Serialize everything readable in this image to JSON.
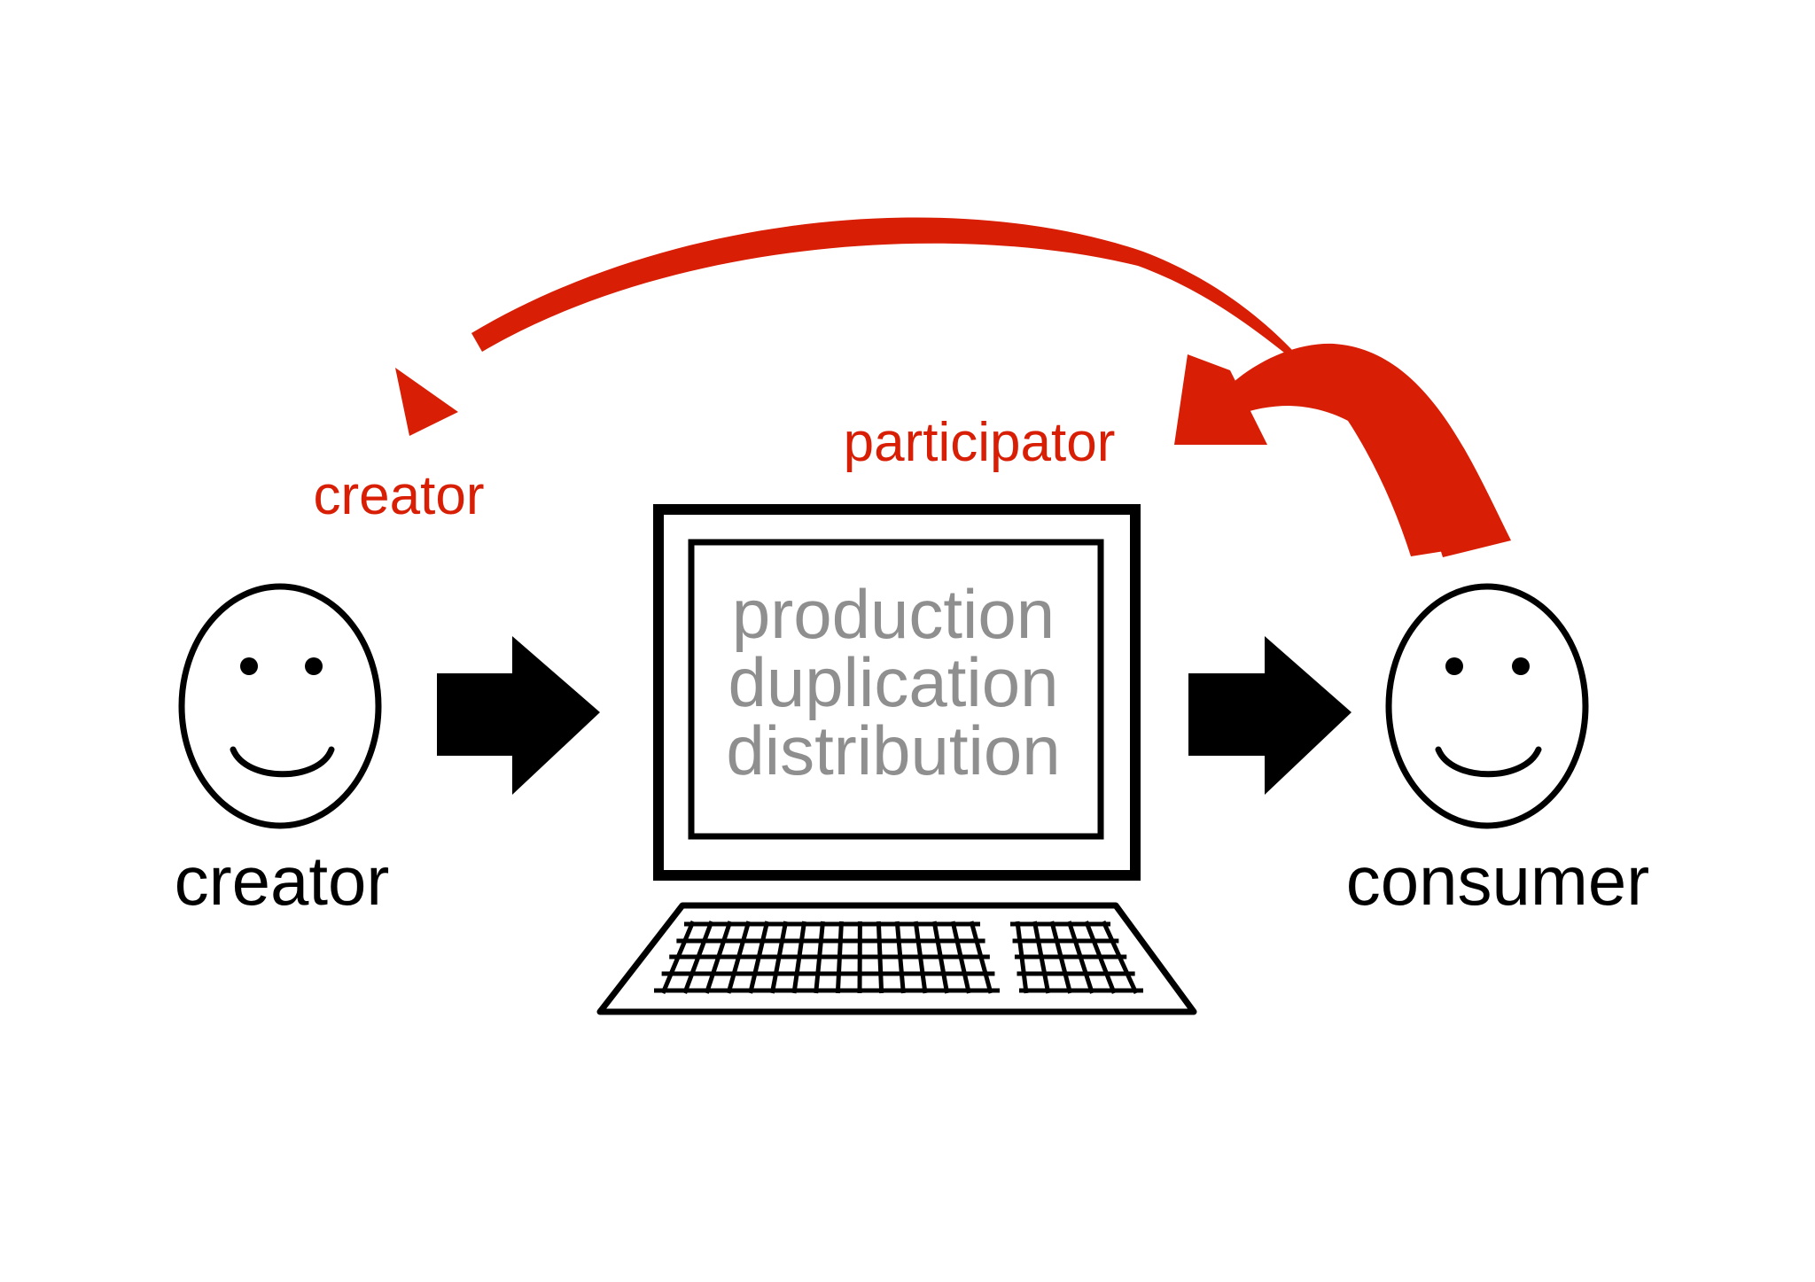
{
  "labels": {
    "creator": "creator",
    "consumer": "consumer",
    "feedback_creator": "creator",
    "feedback_participator": "participator"
  },
  "screen_lines": [
    "production",
    "duplication",
    "distribution"
  ],
  "colors": {
    "background": "#ffffff",
    "ink": "#000000",
    "feedback_red": "#d81e05",
    "screen_text_gray": "#8f8f8f"
  },
  "icons": [
    "smiley-face-icon",
    "right-arrow-icon",
    "computer-icon",
    "keyboard-icon",
    "curved-arrow-icon"
  ]
}
